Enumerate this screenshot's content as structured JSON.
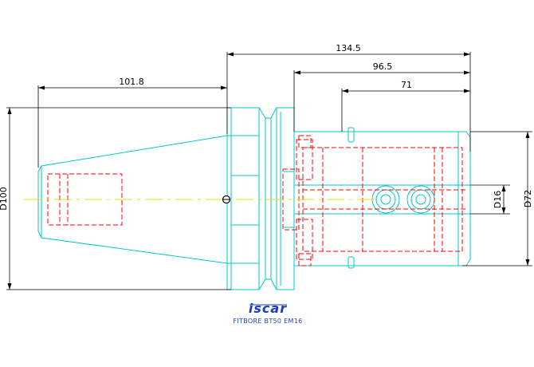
{
  "drawing": {
    "dimensions": {
      "overall_length": "134.5",
      "length_b": "96.5",
      "length_c": "71",
      "taper_length": "101.8",
      "outer_diameter": "D100",
      "body_diameter": "D72",
      "bore_diameter": "D16"
    },
    "logo_text": "iscar",
    "caption": "FITBORE BT50 EM16"
  },
  "colors": {
    "outline": "#00c8c8",
    "hidden_lines": "#ff0000",
    "centerline": "#e6e600",
    "dimension": "#000000",
    "logo_blue": "#1f3fb8"
  }
}
